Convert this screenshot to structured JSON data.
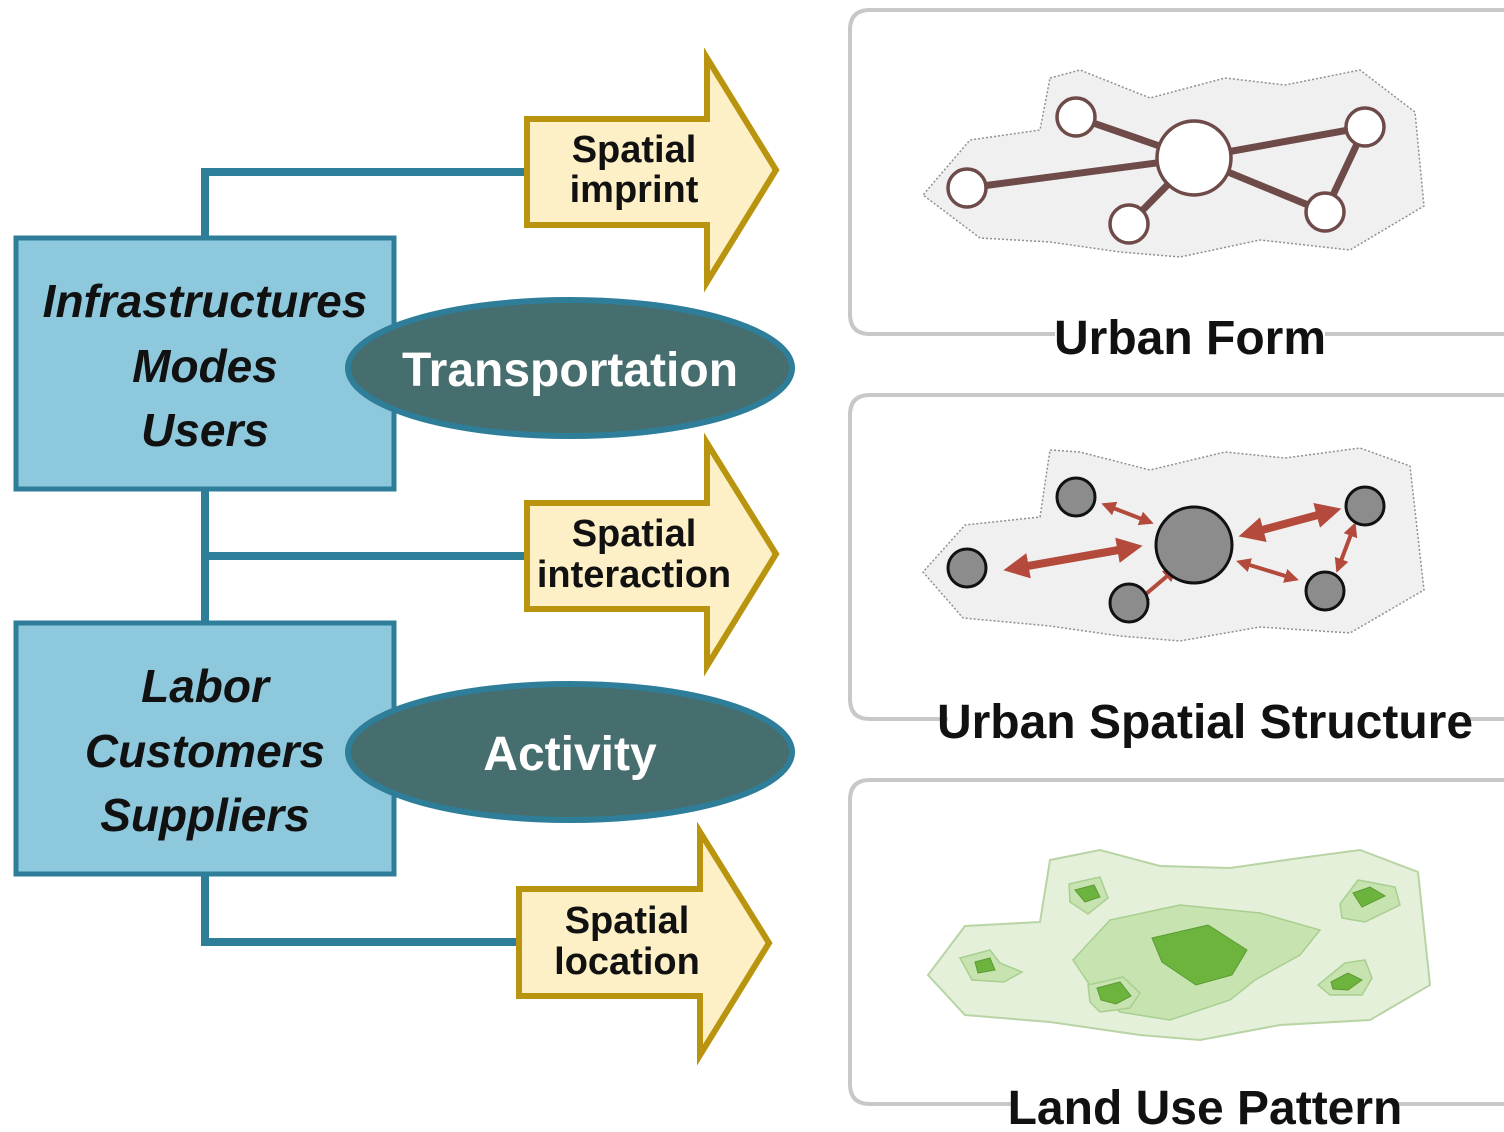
{
  "left_boxes": {
    "transport_factors": [
      "Infrastructures",
      "Modes",
      "Users"
    ],
    "activity_factors": [
      "Labor",
      "Customers",
      "Suppliers"
    ]
  },
  "ellipses": {
    "transportation": "Transportation",
    "activity": "Activity"
  },
  "arrows": {
    "imprint": [
      "Spatial",
      "imprint"
    ],
    "interaction": [
      "Spatial",
      "interaction"
    ],
    "location": [
      "Spatial",
      "location"
    ]
  },
  "panels": {
    "urban_form": "Urban Form",
    "urban_spatial_structure": "Urban Spatial Structure",
    "land_use_pattern": "Land Use Pattern"
  },
  "colors": {
    "box_fill": "#8ec8dd",
    "box_stroke": "#2e7e9a",
    "connector": "#2e7e9a",
    "ellipse_fill": "#476e6f",
    "ellipse_stroke": "#2e7e9a",
    "arrow_fill": "#fdf0c6",
    "arrow_stroke": "#b8940f",
    "network_line": "#6e4a48",
    "node_gray": "#8c8c8c",
    "interaction_arrow": "#b34a3c",
    "land_light": "#e4f0da",
    "land_mid": "#c7e3b0",
    "land_dark": "#6db43f",
    "panel_border": "#c8c8c8",
    "region_fill": "#f0f0f0"
  }
}
